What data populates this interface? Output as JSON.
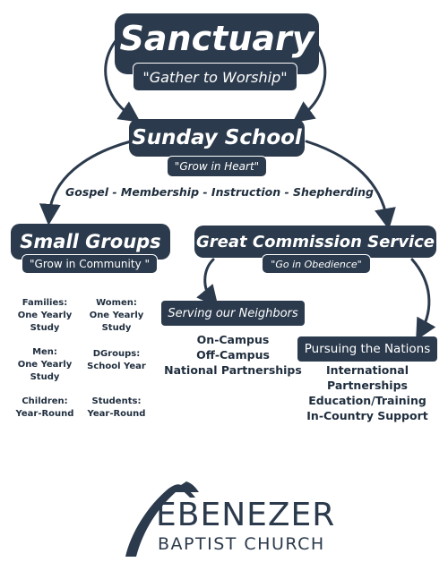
{
  "colors": {
    "box": "#2b3a4c",
    "text": "#1f2d3d",
    "background": "#ffffff"
  },
  "sanctuary": {
    "title": "Sanctuary",
    "subtitle": "\"Gather to Worship\""
  },
  "sunday_school": {
    "title": "Sunday School",
    "subtitle": "\"Grow in Heart\""
  },
  "pillars": "Gospel - Membership - Instruction - Shepherding",
  "small_groups": {
    "title": "Small Groups",
    "subtitle": "\"Grow in Community \"",
    "items": [
      {
        "label": "Families:",
        "detail": "One Yearly",
        "detail2": "Study"
      },
      {
        "label": "Women:",
        "detail": "One Yearly",
        "detail2": "Study"
      },
      {
        "label": "Men:",
        "detail": "One Yearly",
        "detail2": "Study"
      },
      {
        "label": "DGroups:",
        "detail": "School Year",
        "detail2": ""
      },
      {
        "label": "Children:",
        "detail": "Year-Round",
        "detail2": ""
      },
      {
        "label": "Students:",
        "detail": "Year-Round",
        "detail2": ""
      }
    ]
  },
  "great_commission": {
    "title": "Great Commission Service",
    "subtitle": "\"Go in Obedience\"",
    "neighbors": {
      "title": "Serving our Neighbors",
      "items": [
        "On-Campus",
        "Off-Campus",
        "National Partnerships"
      ]
    },
    "nations": {
      "title": "Pursuing the Nations",
      "items": [
        "International Partnerships",
        "Education/Training",
        "In-Country Support"
      ]
    }
  },
  "logo": {
    "line1": "EBENEZER",
    "line2": "BAPTIST CHURCH"
  }
}
